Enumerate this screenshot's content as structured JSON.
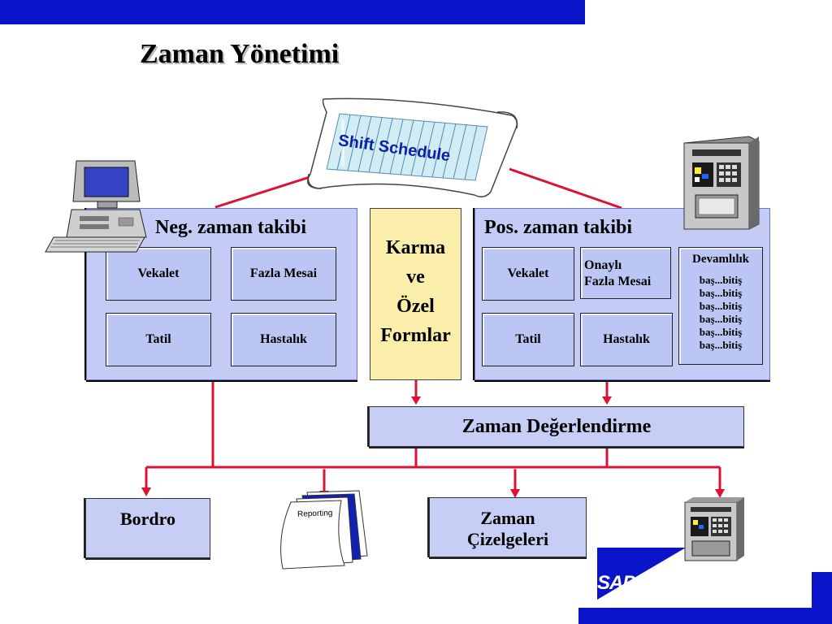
{
  "title": "Zaman Yönetimi",
  "shift_schedule": "Shift Schedule",
  "neg": {
    "title": "Neg. zaman takibi",
    "items": [
      "Vekalet",
      "Fazla Mesai",
      "Tatil",
      "Hastalık"
    ]
  },
  "mixed": {
    "lines": [
      "Karma",
      "ve",
      "Özel",
      "Formlar"
    ]
  },
  "pos": {
    "title": "Pos. zaman takibi",
    "vekalet": "Vekalet",
    "onayli": [
      "Onaylı",
      "Fazla Mesai"
    ],
    "tatil": "Tatil",
    "hastalik": "Hastalık",
    "devamlilik": {
      "title": "Devamlılık",
      "entries": [
        "baş...bitiş",
        "baş...bitiş",
        "baş...bitiş",
        "baş...bitiş",
        "baş...bitiş",
        "baş...bitiş"
      ]
    }
  },
  "evaluation": "Zaman Değerlendirme",
  "outputs": {
    "bordro": "Bordro",
    "reporting": "Reporting",
    "zaman": [
      "Zaman",
      "Çizelgeleri"
    ]
  },
  "logo": "SAP",
  "colors": {
    "accent_blue": "#0a14c8",
    "panel_blue": "#c4ccf6",
    "connector_red": "#dd1133",
    "yellow": "#fbeeaa"
  }
}
